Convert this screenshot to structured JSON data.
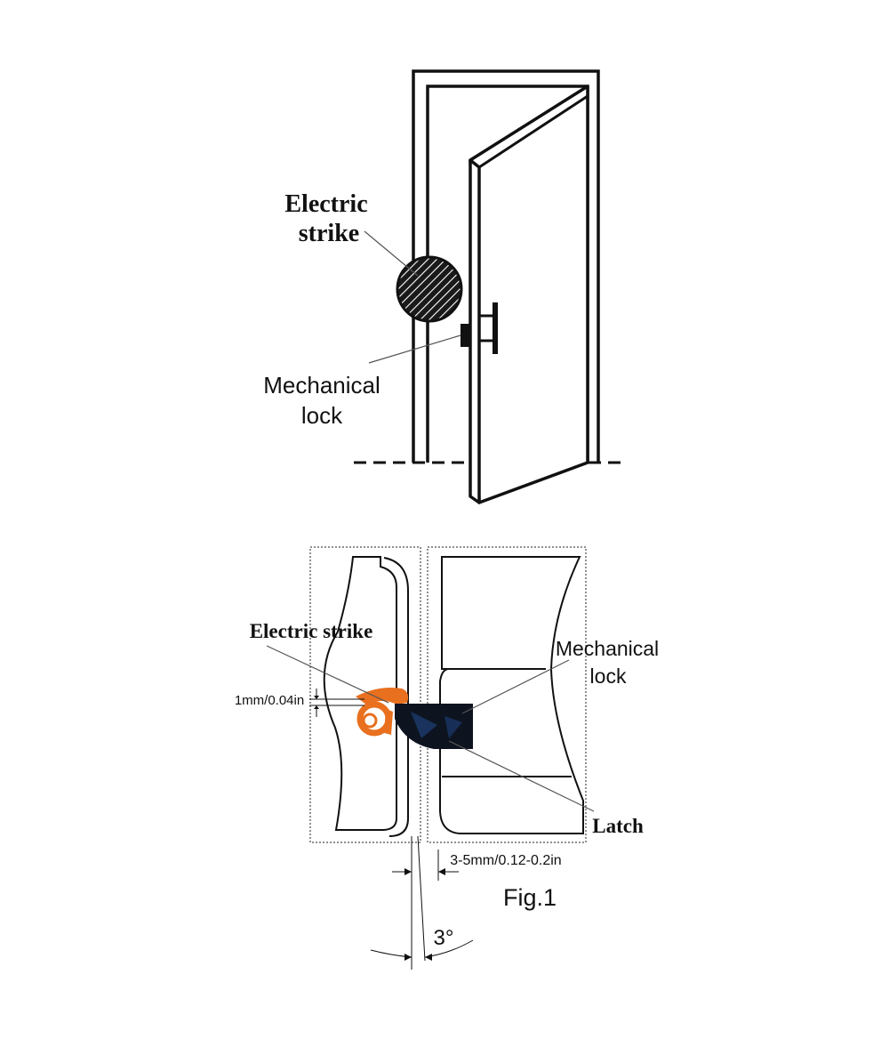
{
  "top_diagram": {
    "electric_strike_label_line1": "Electric",
    "electric_strike_label_line2": "strike",
    "mechanical_lock_label_line1": "Mechanical",
    "mechanical_lock_label_line2": "lock"
  },
  "bottom_diagram": {
    "electric_strike_label": "Electric strike",
    "mechanical_lock_label_line1": "Mechanical",
    "mechanical_lock_label_line2": "lock",
    "latch_label": "Latch",
    "gap_dimension_label": "1mm/0.04in",
    "clearance_dimension_label": "3-5mm/0.12-0.2in",
    "figure_label": "Fig.1",
    "angle_label": "3°"
  },
  "colors": {
    "line": "#111111",
    "strike_orange": "#e8701e",
    "lock_dark": "#0d1420",
    "leader_gray": "#555555"
  }
}
